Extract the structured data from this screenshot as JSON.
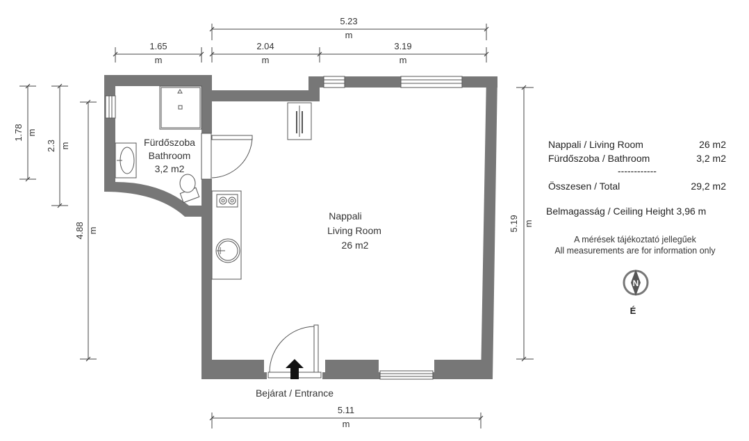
{
  "rooms": {
    "bathroom": {
      "name_hu": "Fürdőszoba",
      "name_en": "Bathroom",
      "area": "3,2 m2"
    },
    "living": {
      "name_hu": "Nappali",
      "name_en": "Living Room",
      "area": "26 m2"
    }
  },
  "entrance_label": "Bejárat / Entrance",
  "dimensions": {
    "top_total": "5.23",
    "top_bath": "1.65",
    "top_mid": "2.04",
    "top_right": "3.19",
    "bottom": "5.11",
    "left_1": "1.78",
    "left_2": "2.3",
    "left_3": "4.88",
    "right": "5.19",
    "unit": "m"
  },
  "legend": {
    "rows": [
      {
        "label": "Nappali / Living Room",
        "value": "26 m2"
      },
      {
        "label": "Fürdőszoba / Bathroom",
        "value": "3,2 m2"
      }
    ],
    "separator": "------------",
    "total": {
      "label": "Összesen / Total",
      "value": "29,2 m2"
    },
    "ceiling": "Belmagasság / Ceiling Height 3,96 m"
  },
  "disclaimer": {
    "hu": "A mérések tájékoztató jellegűek",
    "en": "All measurements are for information only"
  },
  "compass": {
    "north": "N",
    "south": "É"
  },
  "colors": {
    "wall": "#777777",
    "line": "#444444"
  }
}
